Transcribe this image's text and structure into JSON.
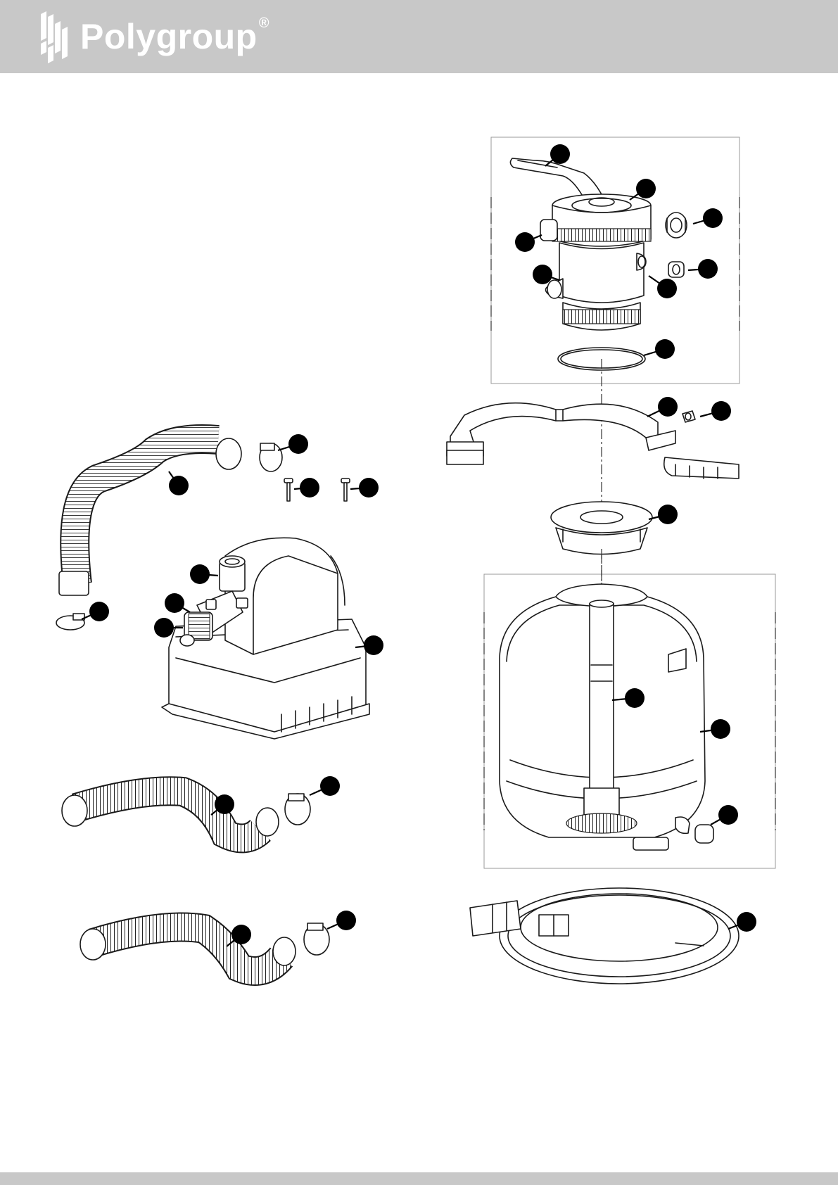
{
  "header": {
    "brand_name": "Polygroup",
    "brand_mark": "®",
    "background_color": "#c8c8c8",
    "logo_color": "#ffffff"
  },
  "footer": {
    "background_color": "#c8c8c8"
  },
  "diagram": {
    "type": "exploded parts view",
    "callout_color": "#000000",
    "parts": [
      {
        "name": "valve-handle"
      },
      {
        "name": "valve-cover"
      },
      {
        "name": "union-nut"
      },
      {
        "name": "valve-port"
      },
      {
        "name": "valve-side-port"
      },
      {
        "name": "pressure-gauge-plug"
      },
      {
        "name": "valve-plug"
      },
      {
        "name": "valve-o-ring"
      },
      {
        "name": "tank-clamp"
      },
      {
        "name": "clamp-nut"
      },
      {
        "name": "tank-top-ring"
      },
      {
        "name": "center-pipe"
      },
      {
        "name": "sand-tank"
      },
      {
        "name": "drain-cap"
      },
      {
        "name": "tank-base"
      },
      {
        "name": "hose-upper"
      },
      {
        "name": "hose-clamp-upper-right"
      },
      {
        "name": "hose-clamp-upper-left"
      },
      {
        "name": "pin-1"
      },
      {
        "name": "pin-2"
      },
      {
        "name": "pump-motor"
      },
      {
        "name": "pump-outlet"
      },
      {
        "name": "pump-inlet"
      },
      {
        "name": "pump-inlet-thread"
      },
      {
        "name": "pump-base"
      },
      {
        "name": "hose-middle"
      },
      {
        "name": "hose-clamp-middle"
      },
      {
        "name": "hose-lower"
      },
      {
        "name": "hose-clamp-lower"
      }
    ]
  }
}
